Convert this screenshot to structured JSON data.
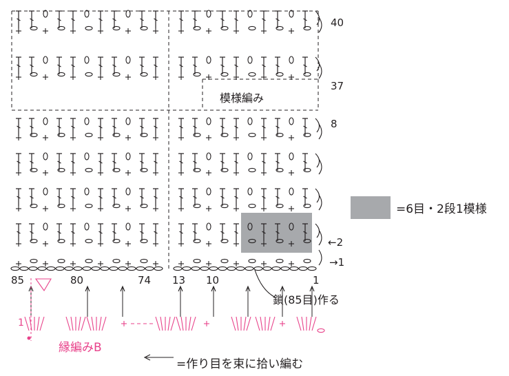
{
  "row_labels": {
    "r40": "40",
    "r37": "37",
    "r8": "8",
    "r2": "←2",
    "r1": "→1"
  },
  "pattern_title": "模様編み",
  "stitch_numbers": [
    "85",
    "80",
    "74",
    "13",
    "10",
    "1"
  ],
  "chain_label": "鎖(85目)作る",
  "legend_text": "=6目・2段1模様",
  "edging": {
    "start_mark": "1",
    "label": "縁編みB"
  },
  "note": "=作り目を束に拾い編む",
  "colors": {
    "ink": "#231f20",
    "accent": "#e8428a",
    "highlight": "#a7a9ac"
  }
}
